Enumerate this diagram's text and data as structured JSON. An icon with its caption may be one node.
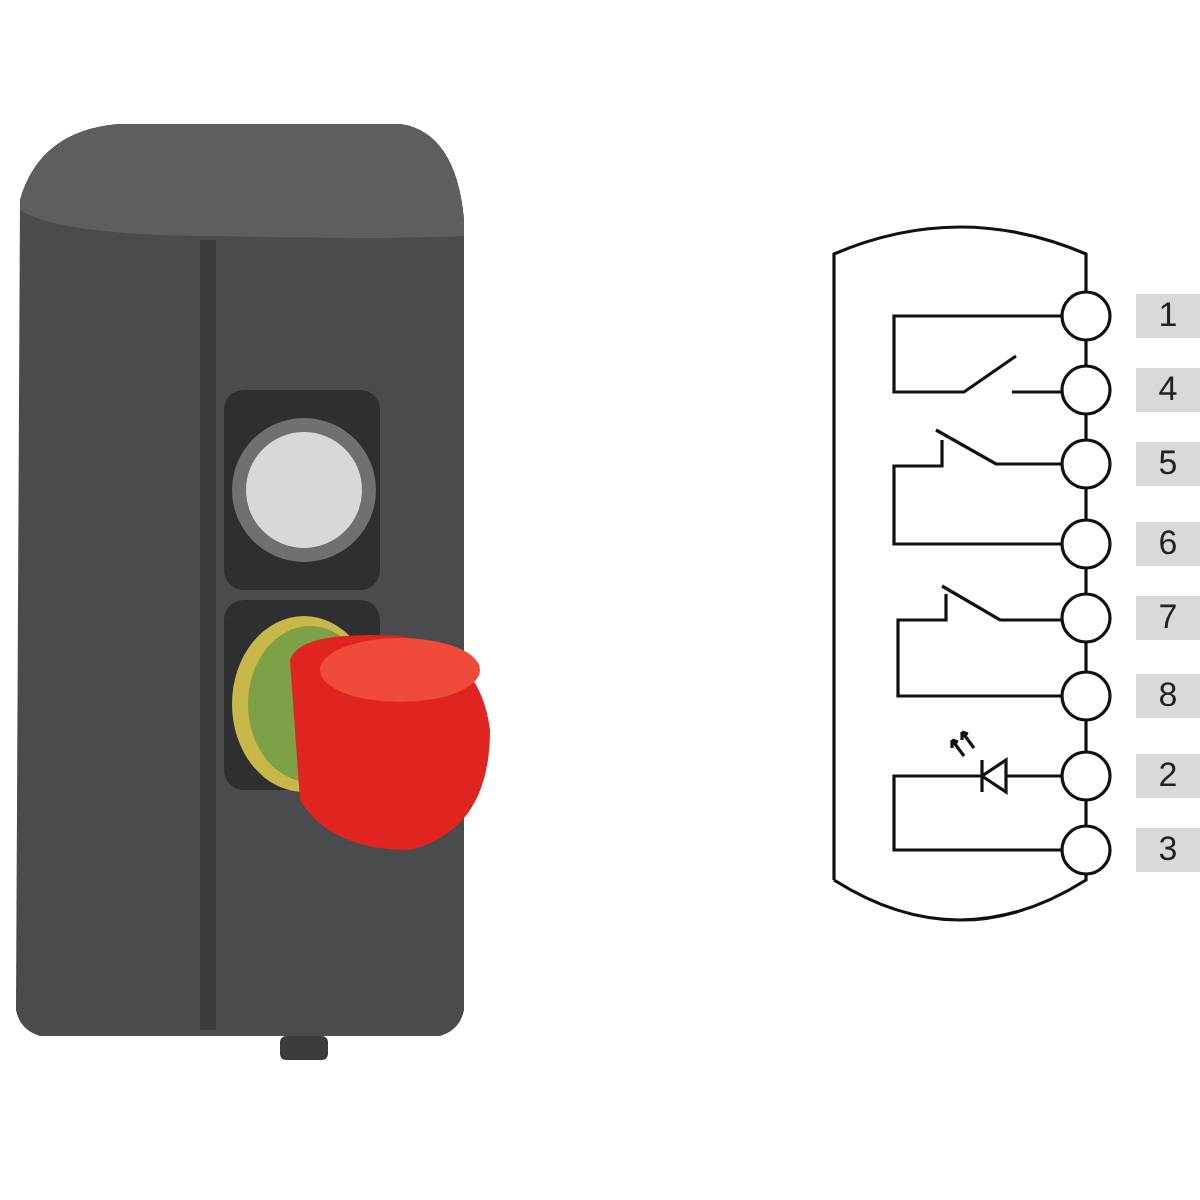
{
  "diagram": {
    "labels": [
      "1",
      "4",
      "5",
      "6",
      "7",
      "8",
      "2",
      "3"
    ]
  }
}
